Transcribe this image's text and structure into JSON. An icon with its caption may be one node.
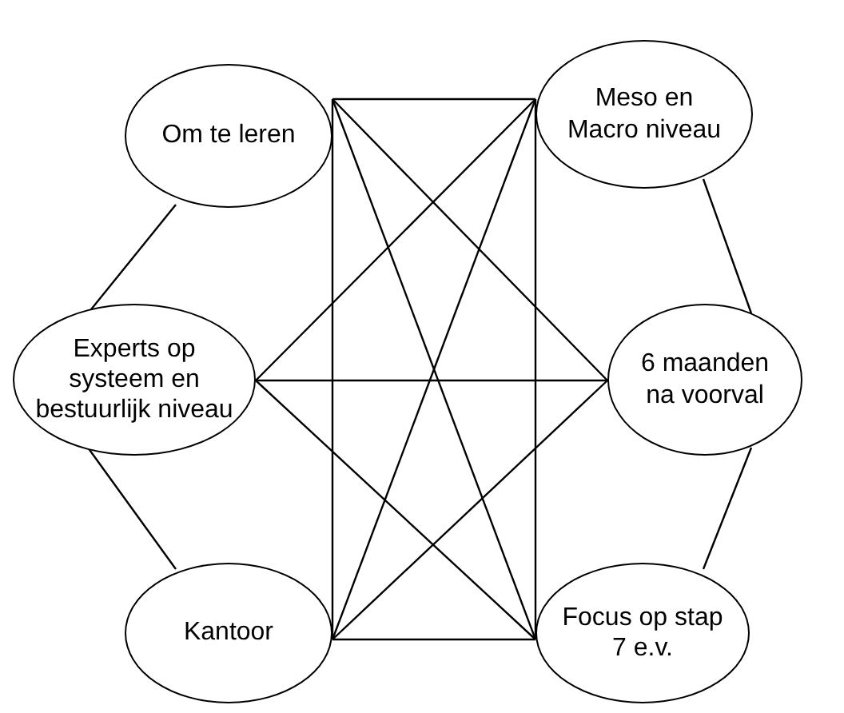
{
  "diagram": {
    "nodes": [
      {
        "text": [
          "Om te leren"
        ]
      },
      {
        "text": [
          "Meso en Macro niveau"
        ]
      },
      {
        "text": [
          "Experts op systeem en bestuurlijk niveau"
        ]
      },
      {
        "text": [
          "6 maanden na voorval"
        ]
      },
      {
        "text": [
          "Kantoor"
        ]
      },
      {
        "text": [
          "Focus op stap 7 e.v."
        ]
      }
    ],
    "edges": [
      {
        "from": 0,
        "to": 1,
        "arrow": "none"
      },
      {
        "from": 0,
        "to": 2,
        "arrow": "none"
      },
      {
        "from": 0,
        "to": 3,
        "arrow": "none"
      },
      {
        "from": 0,
        "to": 4,
        "arrow": "none"
      },
      {
        "from": 0,
        "to": 5,
        "arrow": "none"
      },
      {
        "from": 1,
        "to": 2,
        "arrow": "none"
      },
      {
        "from": 1,
        "to": 3,
        "arrow": "none"
      },
      {
        "from": 1,
        "to": 4,
        "arrow": "none"
      },
      {
        "from": 1,
        "to": 5,
        "arrow": "none"
      },
      {
        "from": 2,
        "to": 3,
        "arrow": "none"
      },
      {
        "from": 2,
        "to": 4,
        "arrow": "none"
      },
      {
        "from": 2,
        "to": 5,
        "arrow": "none"
      },
      {
        "from": 3,
        "to": 4,
        "arrow": "none"
      },
      {
        "from": 3,
        "to": 5,
        "arrow": "none"
      },
      {
        "from": 4,
        "to": 5,
        "arrow": "none"
      }
    ]
  }
}
